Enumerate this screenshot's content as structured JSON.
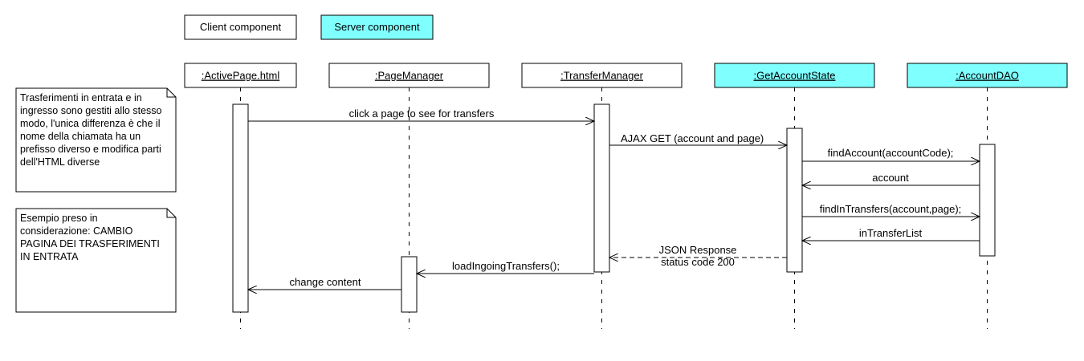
{
  "legend": {
    "client_label": "Client component",
    "server_label": "Server component",
    "client_color": "#ffffff",
    "server_color": "#80ffff"
  },
  "participants": [
    {
      "name": ":ActivePage.html",
      "kind": "client"
    },
    {
      "name": ":PageManager",
      "kind": "client"
    },
    {
      "name": ":TransferManager",
      "kind": "client"
    },
    {
      "name": ":GetAccountState",
      "kind": "server"
    },
    {
      "name": ":AccountDAO",
      "kind": "server"
    }
  ],
  "messages": [
    {
      "from": 0,
      "to": 2,
      "label": "click a page to see for transfers",
      "style": "sync"
    },
    {
      "from": 2,
      "to": 3,
      "label": "AJAX GET (account and page)",
      "style": "sync"
    },
    {
      "from": 3,
      "to": 4,
      "label": "findAccount(accountCode);",
      "style": "sync"
    },
    {
      "from": 4,
      "to": 3,
      "label": "account",
      "style": "return"
    },
    {
      "from": 3,
      "to": 4,
      "label": "findInTransfers(account,page);",
      "style": "sync"
    },
    {
      "from": 4,
      "to": 3,
      "label": "inTransferList",
      "style": "return"
    },
    {
      "from": 3,
      "to": 2,
      "label": "JSON Response\nstatus code 200",
      "style": "dashed"
    },
    {
      "from": 2,
      "to": 1,
      "label": "loadIngoingTransfers();",
      "style": "return"
    },
    {
      "from": 1,
      "to": 0,
      "label": "change content",
      "style": "return"
    }
  ],
  "notes": [
    {
      "text": "Trasferimenti in entrata e in ingresso sono gestiti allo stesso modo, l'unica differenza è che il nome della chiamata ha un prefisso diverso e modifica parti dell'HTML diverse"
    },
    {
      "text": "Esempio preso in considerazione: CAMBIO PAGINA DEI TRASFERIMENTI IN ENTRATA"
    }
  ]
}
